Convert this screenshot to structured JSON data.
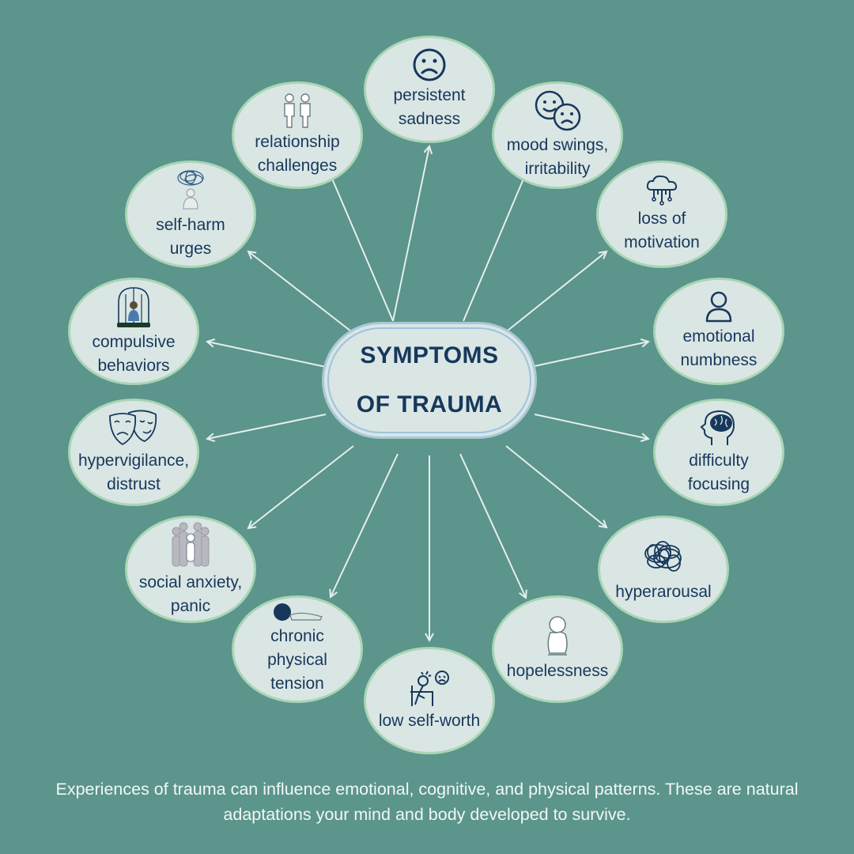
{
  "title": "SYMPTOMS\nOF TRAUMA",
  "nodes": [
    {
      "label": "persistent\nsadness",
      "icon": "sad-face-icon"
    },
    {
      "label": "mood swings,\nirritability",
      "icon": "happy-sad-faces-icon"
    },
    {
      "label": "loss of\nmotivation",
      "icon": "cloud-network-icon"
    },
    {
      "label": "emotional\nnumbness",
      "icon": "person-outline-icon"
    },
    {
      "label": "difficulty\nfocusing",
      "icon": "head-brain-icon"
    },
    {
      "label": "hyperarousal",
      "icon": "tangled-scribble-icon"
    },
    {
      "label": "hopelessness",
      "icon": "sitting-person-icon"
    },
    {
      "label": "low self-worth",
      "icon": "stressed-person-desk-icon"
    },
    {
      "label": "chronic\nphysical\ntension",
      "icon": "lying-person-icon"
    },
    {
      "label": "social anxiety,\npanic",
      "icon": "crowd-icon"
    },
    {
      "label": "hypervigilance,\ndistrust",
      "icon": "theater-masks-icon"
    },
    {
      "label": "compulsive\nbehaviors",
      "icon": "person-in-cage-icon"
    },
    {
      "label": "self-harm\nurges",
      "icon": "person-scribble-cloud-icon"
    },
    {
      "label": "relationship\nchallenges",
      "icon": "two-people-icon"
    }
  ],
  "footer": "Experiences of trauma can influence emotional, cognitive, and physical patterns. These are natural adaptations your mind and body developed to survive.",
  "colors": {
    "background": "#5b958b",
    "bubble": "#dae6e4",
    "bubble_border": "#a9d5b5",
    "text": "#17385c",
    "arrow": "#e6eeec"
  }
}
